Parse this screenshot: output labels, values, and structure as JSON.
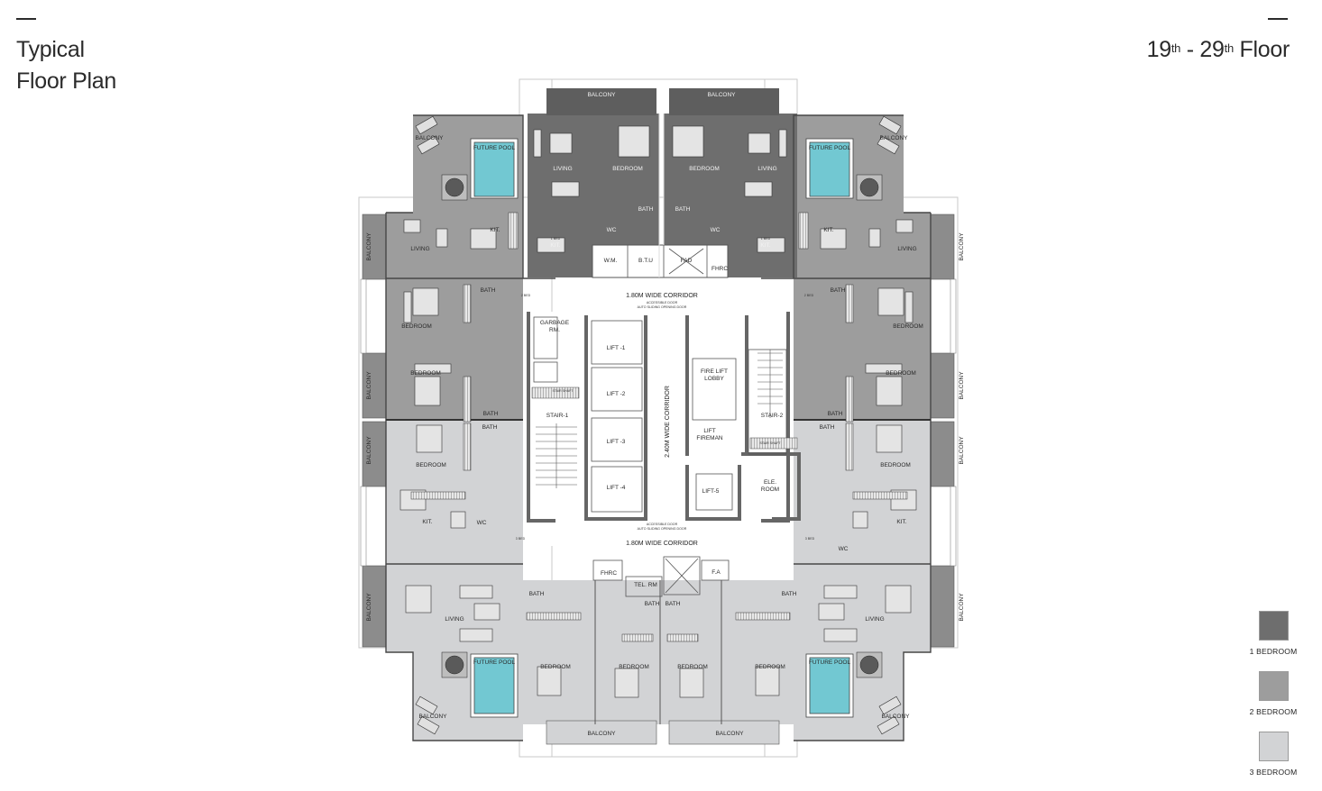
{
  "header": {
    "title_line1": "Typical",
    "title_line2": "Floor Plan",
    "floor_n1": "19",
    "floor_sup1": "th",
    "floor_dash": " - ",
    "floor_n2": "29",
    "floor_sup2": "th",
    "floor_word": " Floor"
  },
  "colors": {
    "one_bedroom": "#6e6e6e",
    "two_bedroom": "#9d9d9d",
    "three_bedroom": "#d2d3d5",
    "pool": "#72c8d2",
    "core": "#ffffff",
    "wall": "#4a4a4a"
  },
  "legend": [
    {
      "label": "1 BEDROOM"
    },
    {
      "label": "2 BEDROOM"
    },
    {
      "label": "3 BEDROOM"
    }
  ],
  "plan": {
    "balcony": "BALCONY",
    "future_pool": "FUTURE POOL",
    "living": "LIVING",
    "bedroom": "BEDROOM",
    "kit": "KIT.",
    "bath": "BATH",
    "wc": "WC",
    "unit_1bed": "1 BED",
    "unit_2bed": "2 BED",
    "unit_3bed": "3 BED",
    "wm": "W.M.",
    "btu": "B.T.U",
    "fad": "FAD",
    "fhrc": "FHRC",
    "corridor_top": "1.80M WIDE CORRIDOR",
    "corridor_bottom": "1.80M WIDE CORRIDOR",
    "corridor_center": "2.40M WIDE CORRIDOR",
    "door_note_1": "ACCESSIBLE DOOR",
    "door_note_2": "AUTO SLIDING OPENING DOOR",
    "garbage_1": "GARBAGE",
    "garbage_2": "RM.",
    "stair_shaft": "STAIR SHAFT",
    "stair_1": "STAIR-1",
    "stair_2": "STAIR-2",
    "lift_1": "LIFT -1",
    "lift_2": "LIFT -2",
    "lift_3": "LIFT -3",
    "lift_4": "LIFT -4",
    "lift_5": "LIFT-5",
    "fire_lift_1": "FIRE LIFT",
    "fire_lift_2": "LOBBY",
    "lift_fireman_1": "LIFT",
    "lift_fireman_2": "FIREMAN",
    "ele_1": "ELE.",
    "ele_2": "ROOM",
    "tel_rm": "TEL. RM",
    "fa": "F.A"
  }
}
